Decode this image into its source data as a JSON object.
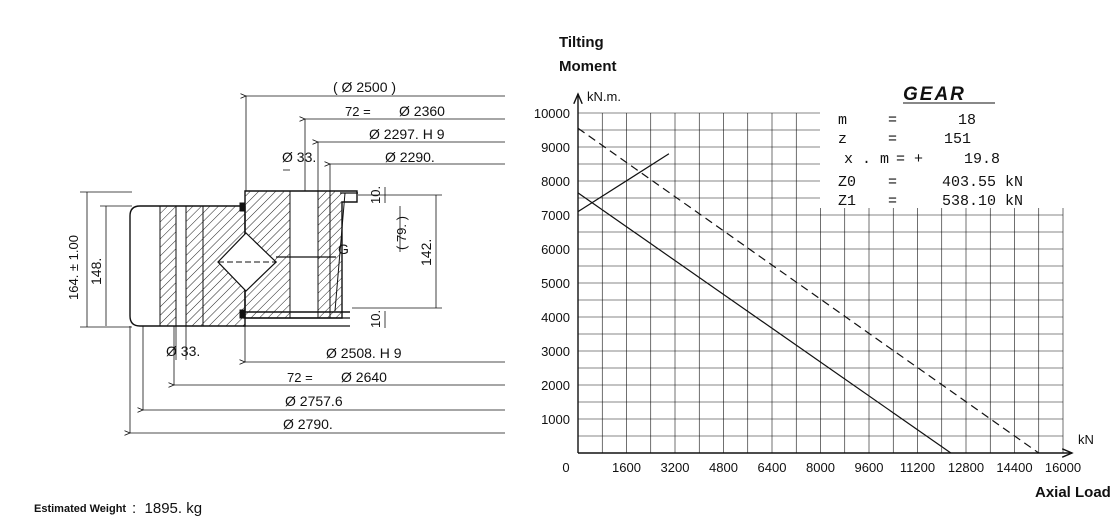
{
  "drawing": {
    "dims": {
      "d2500": "( Ø 2500 )",
      "d2360": "Ø 2360",
      "teeth_prefix": "72 =",
      "d2297": "Ø 2297. H 9",
      "d2290": "Ø 2290.",
      "d33_top": "Ø 33.",
      "d2508": "Ø 2508. H 9",
      "d2640": "Ø 2640",
      "teeth_prefix2": "72 =",
      "d2757": "Ø 2757.6",
      "d2790": "Ø 2790.",
      "d33_bottom": "Ø 33.",
      "h164": "164. ± 1.00",
      "h148": "148.",
      "h142": "142.",
      "h79": "( 79. )",
      "h10_top": "10.",
      "h10_bottom": "10.",
      "gear_mark": "G"
    }
  },
  "gear_table": {
    "title": "GEAR",
    "rows": [
      {
        "sym": "m",
        "eq": "=",
        "val": "18"
      },
      {
        "sym": "z",
        "eq": "=",
        "val": "151"
      },
      {
        "sym": "x . m",
        "eq": "= +",
        "val": "19.8"
      },
      {
        "sym": "Z0",
        "eq": "=",
        "val": "403.55 kN"
      },
      {
        "sym": "Z1",
        "eq": "=",
        "val": "538.10 kN"
      }
    ]
  },
  "chart_data": {
    "type": "line",
    "title": "Tilting\nMoment",
    "title_lines": [
      "Tilting",
      "Moment"
    ],
    "ylabel_unit": "kN.m.",
    "xlabel": "Axial Load",
    "xlabel_unit": "kN",
    "xlim": [
      0,
      16000
    ],
    "ylim": [
      0,
      10000
    ],
    "x_ticks": [
      0,
      1600,
      3200,
      4800,
      6400,
      8000,
      9600,
      11200,
      12800,
      14400,
      16000
    ],
    "x_tick_labels": [
      "0",
      "1600",
      "3200",
      "4800",
      "6400",
      "8000",
      "9600",
      "11200",
      "12800",
      "14400",
      "16000"
    ],
    "y_ticks": [
      1000,
      2000,
      3000,
      4000,
      5000,
      6000,
      7000,
      8000,
      9000,
      10000
    ],
    "y_tick_labels": [
      "1000",
      "2000",
      "3000",
      "4000",
      "5000",
      "6000",
      "7000",
      "8000",
      "9000",
      "10000"
    ],
    "grid": true,
    "series": [
      {
        "style": "solid",
        "x": [
          0,
          12300
        ],
        "y": [
          7650,
          0
        ]
      },
      {
        "style": "dashed",
        "x": [
          0,
          15200
        ],
        "y": [
          9550,
          0
        ]
      },
      {
        "style": "solid",
        "x": [
          0,
          3000
        ],
        "y": [
          7100,
          8800
        ]
      }
    ]
  },
  "footer": {
    "weight_label": "Estimated Weight",
    "sep": ":",
    "weight_value": "1895. kg"
  }
}
